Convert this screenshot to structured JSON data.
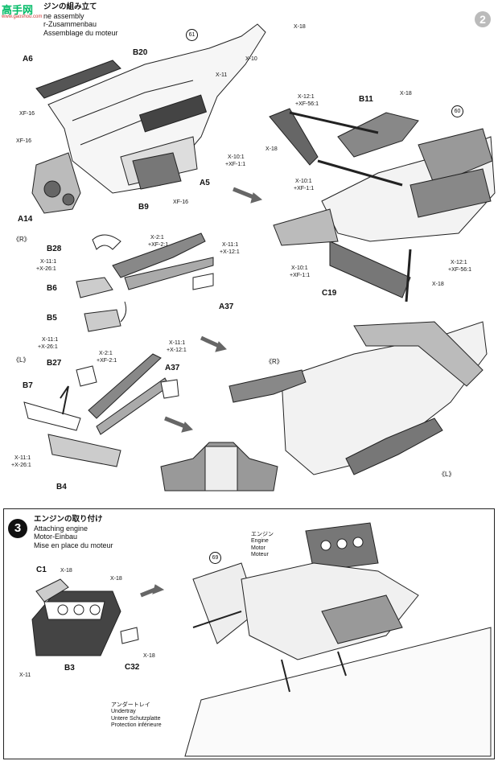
{
  "watermark": {
    "main": "高手网",
    "sub": "www.gaoshou.com"
  },
  "step_top": {
    "number": "2",
    "title_jp": "ジンの組み立て",
    "title_en": "ne assembly",
    "title_de": "r-Zusammenbau",
    "title_fr": "Assemblage du moteur"
  },
  "step_bottom": {
    "number": "3",
    "title_jp": "エンジンの取り付け",
    "title_en": "Attaching engine",
    "title_de": "Motor-Einbau",
    "title_fr": "Mise en place du moteur"
  },
  "callouts": {
    "c61": "61",
    "c60": "60",
    "c69": "69"
  },
  "labels": {
    "A6": "A6",
    "B20": "B20",
    "XF16a": "XF-16",
    "XF16b": "XF-16",
    "A14": "A14",
    "B9": "B9",
    "XF16c": "XF-16",
    "A5": "A5",
    "X18a": "X-18",
    "X10": "X-10",
    "X11a": "X-11",
    "X10XF1": "X-10:1",
    "XF1a": "+XF-1:1",
    "B11": "B11",
    "X18b": "X-18",
    "X12XF56": "X-12:1",
    "XF56": "+XF-56:1",
    "X18c": "X-18",
    "X10b": "X-10:1",
    "XF1b": "+XF-1:1",
    "X10c": "X-10:1",
    "XF1c": "+XF-1:1",
    "X12b": "X-12:1",
    "XF56b": "+XF-56:1",
    "X18d": "X-18",
    "C19": "C19",
    "R1": "《R》",
    "B28": "B28",
    "X2a": "X-2:1",
    "XF2a": "+XF-2:1",
    "X11b": "X-11:1",
    "X12c": "+X-12:1",
    "X11c": "X-11:1",
    "X26a": "+X-26:1",
    "B6": "B6",
    "A37a": "A37",
    "B5": "B5",
    "X11d": "X-11:1",
    "X26b": "+X-26:1",
    "L1": "《L》",
    "B27": "B27",
    "X2b": "X-2:1",
    "XF2b": "+XF-2:1",
    "X11e": "X-11:1",
    "X12d": "+X-12:1",
    "A37b": "A37",
    "B7": "B7",
    "X11f": "X-11:1",
    "X26c": "+X-26:1",
    "B4": "B4",
    "R2": "《R》",
    "L2": "《L》",
    "C1": "C1",
    "X18e": "X-18",
    "X18f": "X-18",
    "B3": "B3",
    "C32": "C32",
    "X18g": "X-18",
    "X11g": "X-11",
    "eng_jp": "エンジン",
    "eng_en": "Engine",
    "eng_de": "Motor",
    "eng_fr": "Moteur",
    "ut_jp": "アンダートレイ",
    "ut_en": "Undertray",
    "ut_de": "Untere Schutzplatte",
    "ut_fr": "Protection inférieure"
  }
}
